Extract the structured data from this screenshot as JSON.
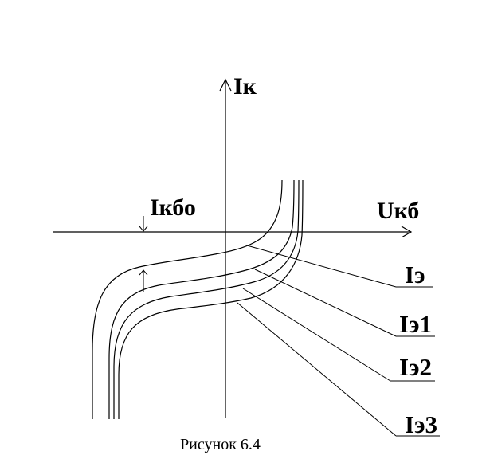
{
  "axes": {
    "y_label": "Iк",
    "x_label": "Uкб",
    "marker_label": "Iкбо"
  },
  "curves": [
    {
      "name": "Iэ"
    },
    {
      "name": "Iэ1"
    },
    {
      "name": "Iэ2"
    },
    {
      "name": "Iэ3"
    }
  ],
  "caption": "Рисунок 6.4",
  "line_color": "#000000"
}
